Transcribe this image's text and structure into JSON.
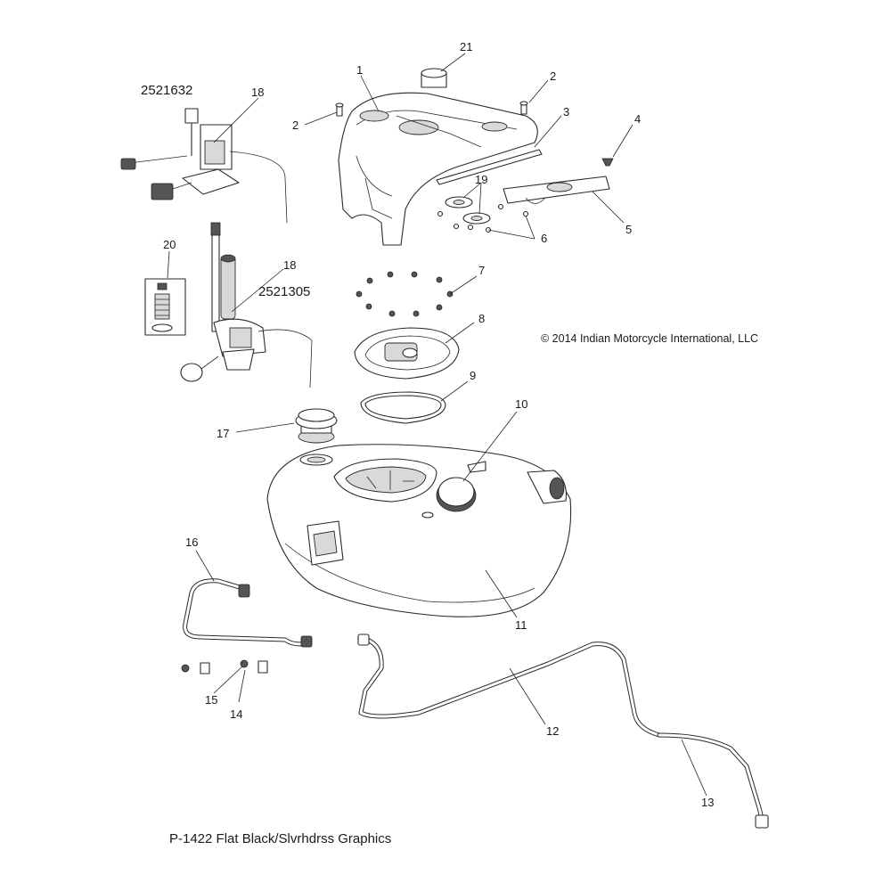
{
  "diagram": {
    "assembly_numbers": {
      "pump_a": "2521632",
      "pump_b": "2521305"
    },
    "callouts": {
      "c1": "1",
      "c2a": "2",
      "c2b": "2",
      "c3": "3",
      "c4": "4",
      "c5": "5",
      "c6": "6",
      "c7": "7",
      "c8": "8",
      "c9": "9",
      "c10": "10",
      "c11": "11",
      "c12": "12",
      "c13": "13",
      "c14": "14",
      "c15": "15",
      "c16": "16",
      "c17": "17",
      "c18a": "18",
      "c18b": "18",
      "c19": "19",
      "c20": "20",
      "c21": "21"
    },
    "copyright": "© 2014 Indian Motorcycle International, LLC",
    "footer": "P-1422 Flat Black/Slvrhdrss Graphics"
  }
}
